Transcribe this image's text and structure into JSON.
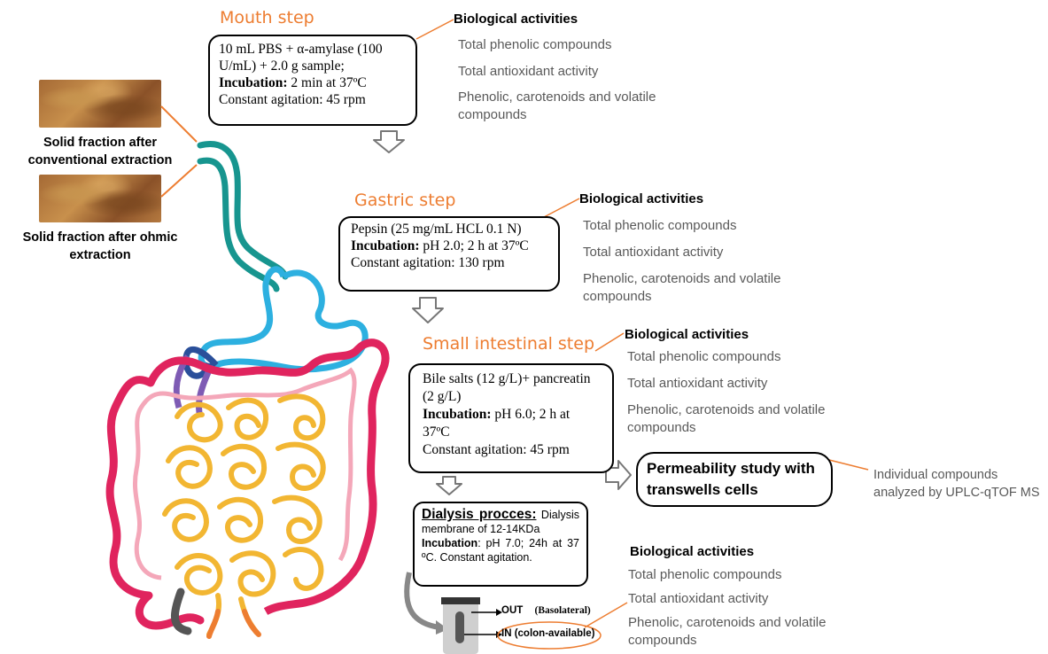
{
  "mouth": {
    "title": "Mouth step",
    "line1": "10 mL PBS + α-amylase (100 U/mL) + 2.0 g sample;",
    "incubation_label": "Incubation:",
    "incubation_value": " 2 min at 37ºC",
    "agitation": "Constant agitation: 45 rpm"
  },
  "gastric": {
    "title": "Gastric step",
    "line1": "Pepsin (25 mg/mL HCL 0.1 N)",
    "incubation_label": "Incubation:",
    "incubation_value": " pH 2.0;  2 h at 37ºC",
    "agitation": "Constant agitation: 130  rpm"
  },
  "intestinal": {
    "title": "Small intestinal step",
    "line1": "Bile salts (12 g/L)+ pancreatin (2 g/L)",
    "incubation_label": "Incubation:",
    "incubation_value": " pH 6.0;  2 h at 37ºC",
    "agitation": "Constant agitation: 45  rpm"
  },
  "dialysis": {
    "title": "Dialysis procces:",
    "line1": " Dialysis membrane of 12-14KDa",
    "incubation_label": "Incubation",
    "incubation_value": ": pH 7.0; 24h at 37 ºC. Constant agitation."
  },
  "bio": {
    "heading": "Biological activities",
    "item1": "Total phenolic compounds",
    "item2": "Total antioxidant activity",
    "item3": "Phenolic, carotenoids and volatile compounds"
  },
  "permeability": {
    "label": "Permeability study with transwells cells",
    "note": "Individual compounds analyzed by UPLC-qTOF MS"
  },
  "transwell": {
    "out_label": "OUT",
    "out_side": "(Basolateral)",
    "in_label": "IN",
    "in_side": "(colon-available)"
  },
  "samples": {
    "conventional": "Solid fraction after conventional extraction",
    "ohmic": "Solid fraction after ohmic extraction"
  },
  "colors": {
    "accent_orange": "#ed7d31",
    "esophagus_teal": "#17958f",
    "stomach_blue": "#2db0e0",
    "colon_red": "#e0245e",
    "small_intestine_yellow": "#f2b632",
    "text_gray": "#595959"
  }
}
